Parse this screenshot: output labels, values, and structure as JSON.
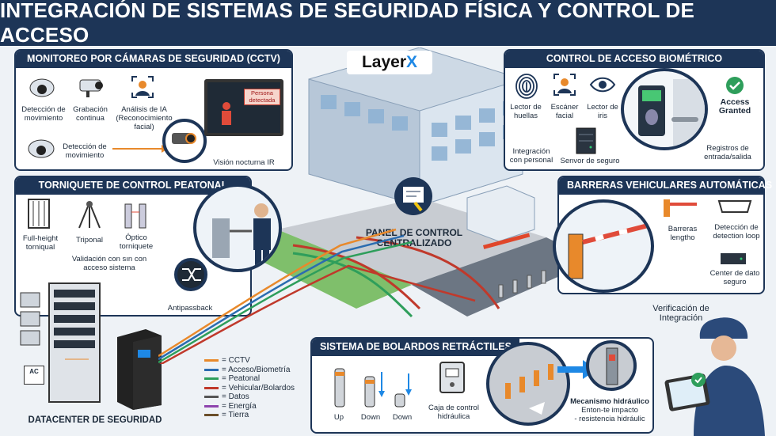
{
  "title": "INTEGRACIÓN DE SISTEMAS DE SEGURIDAD FÍSICA Y CONTROL DE ACCESO",
  "logo": {
    "text": "Layer",
    "accent": "X"
  },
  "cctv": {
    "heading": "MONITOREO POR CÁMARAS DE SEGURIDAD (CCTV)",
    "items": [
      "Detección de movimiento",
      "Grabación continua",
      "Análisis de IA (Reconocimiento facial)",
      "Detección de movimiento"
    ],
    "person_tag": "Persona detectada",
    "night": "Visión nocturna IR"
  },
  "biometric": {
    "heading": "CONTROL DE ACCESO BIOMÉTRICO",
    "items": [
      "Lector de huellas",
      "Escáner facial",
      "Lector de iris"
    ],
    "integration": "Integración con personal",
    "server": "Senvor de seguro",
    "granted": "Access Granted",
    "registers": "Registros de entrada/salida"
  },
  "turnstile": {
    "heading": "TORNIQUETE DE CONTROL PEATONAL",
    "items": [
      "Full-height torniqual",
      "Triponal",
      "Óptico torniquete"
    ],
    "validation": "Validación con sın con acceso sistema",
    "antipassback": "Antipassback"
  },
  "control_panel": "PANEL DE CONTROL CENTRALIZADO",
  "vehicle": {
    "heading": "BARRERAS VEHICULARES AUTOMÁTICAS",
    "barriers": "Barreras lengtho",
    "loop": "Detección de detection loop",
    "center": "Center de dato seguro"
  },
  "verification": "Verificación de Integración",
  "bollards": {
    "heading": "SISTEMA DE BOLARDOS RETRÁCTILES",
    "states": [
      "Up",
      "Down",
      "Down"
    ],
    "control_box": "Caja de control hidráulica",
    "mechanism": "Mecanismo hidráulico",
    "impact": "Enton-te impacto",
    "resistance": "- resistencia hidráulic"
  },
  "datacenter": "DATACENTER DE SEGURIDAD",
  "ac": "AC",
  "legend": [
    {
      "label": "= CCTV",
      "color": "#e8892b"
    },
    {
      "label": "= Acceso/Biometría",
      "color": "#2b6cb0"
    },
    {
      "label": "= Peatonal",
      "color": "#2e9e5b"
    },
    {
      "label": "= Vehicular/Bolardos",
      "color": "#c0392b"
    },
    {
      "label": "= Datos",
      "color": "#555555"
    },
    {
      "label": "= Energía",
      "color": "#8e44ad"
    },
    {
      "label": "= Tierra",
      "color": "#6b4f2a"
    }
  ]
}
